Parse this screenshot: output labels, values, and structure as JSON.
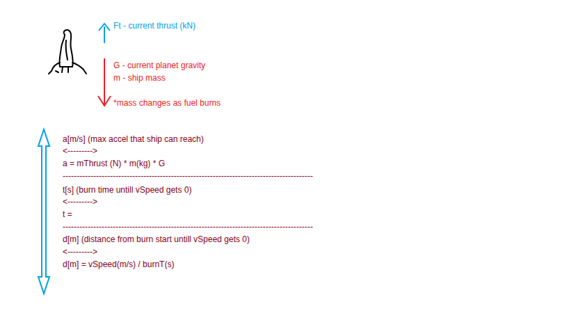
{
  "diagram": {
    "labels": [
      "Ft - current thrust (kN)",
      "G - current planet gravity",
      "m - ship mass",
      "*mass changes as fuel burns",
      "a[m/s] (max accel that ship can reach)",
      "<--------->",
      "a = mThrust (N) * m(kg) * G",
      "------------------------------------------------------------------------------------------",
      "t[s] (burn time untill vSpeed gets 0)",
      "<--------->",
      "t =",
      "------------------------------------------------------------------------------------------",
      "d[m] (distance from burn start untill vSpeed gets 0)",
      "<--------->",
      "d[m] = vSpeed(m/s) / burnT(s)"
    ]
  }
}
